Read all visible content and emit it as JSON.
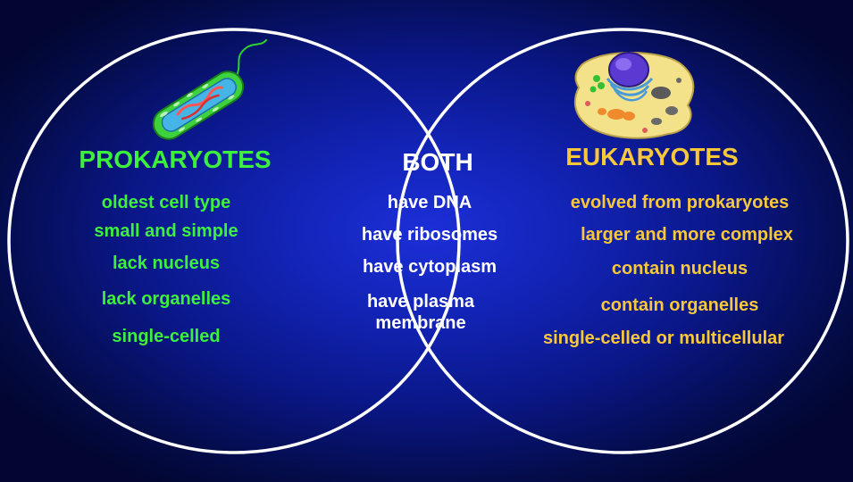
{
  "prokaryotes": {
    "heading": "PROKARYOTES",
    "items": [
      "oldest cell type",
      "small and simple",
      "lack nucleus",
      "lack organelles",
      "single-celled"
    ]
  },
  "both": {
    "heading": "BOTH",
    "items": [
      "have DNA",
      "have ribosomes",
      "have cytoplasm",
      "have plasma membrane"
    ]
  },
  "eukaryotes": {
    "heading": "EUKARYOTES",
    "items": [
      "evolved from prokaryotes",
      "larger and more complex",
      "contain nucleus",
      "contain organelles",
      "single-celled or multicellular"
    ]
  },
  "colors": {
    "prokaryote_text": "#3cf03c",
    "both_text": "#ffffff",
    "eukaryote_text": "#f8c83a",
    "background": "#1223b4",
    "circle_outline": "#ffffff"
  },
  "icons": {
    "left": "bacterium-icon",
    "right": "animal-cell-icon"
  }
}
